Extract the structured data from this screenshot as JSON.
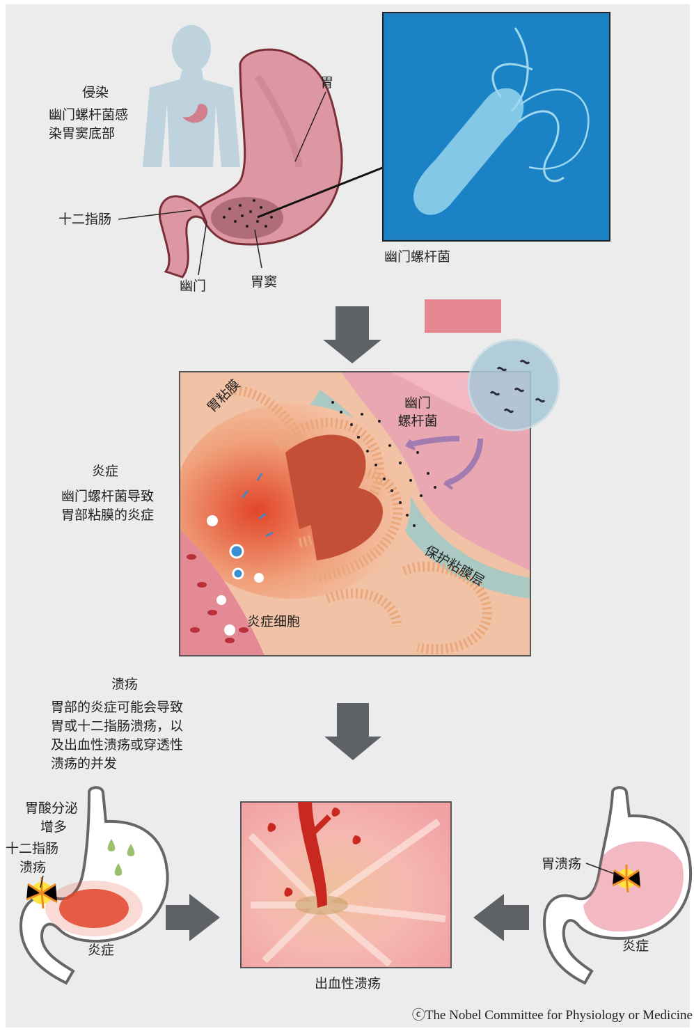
{
  "stage1": {
    "heading": "侵染",
    "desc_lines": [
      "幽门螺杆菌感",
      "染胃窦底部"
    ],
    "label_stomach": "胃",
    "label_duodenum": "十二指肠",
    "label_pylorus": "幽门",
    "label_antrum": "胃窦",
    "photo_caption": "幽门螺杆菌"
  },
  "stage2": {
    "heading": "炎症",
    "desc_lines": [
      "幽门螺杆菌导致",
      "胃部粘膜的炎症"
    ],
    "label_mucosa": "胃粘膜",
    "label_bacteria_lines": [
      "幽门",
      "螺杆菌"
    ],
    "label_protective": "保护粘膜层",
    "label_cells": "炎症细胞"
  },
  "stage3": {
    "heading": "溃疡",
    "desc_lines": [
      "胃部的炎症可能会导致",
      "胃或十二指肠溃疡，以",
      "及出血性溃疡或穿透性",
      "溃疡的并发"
    ],
    "left_acid_lines": [
      "胃酸分泌",
      "增多"
    ],
    "left_duodenal_lines": [
      "十二指肠",
      "溃疡"
    ],
    "left_inflam": "炎症",
    "center_caption": "出血性溃疡",
    "right_ulcer": "胃溃疡",
    "right_inflam": "炎症"
  },
  "credit": "ⓒThe Nobel Committee for Physiology or Medicine",
  "colors": {
    "background": "#ececec",
    "arrow": "#5e6166",
    "stomach": "#d98a96",
    "bacteria_bg": "#1c7fc0",
    "inflamed": "#e2452a",
    "pink_box": "#e48790"
  }
}
